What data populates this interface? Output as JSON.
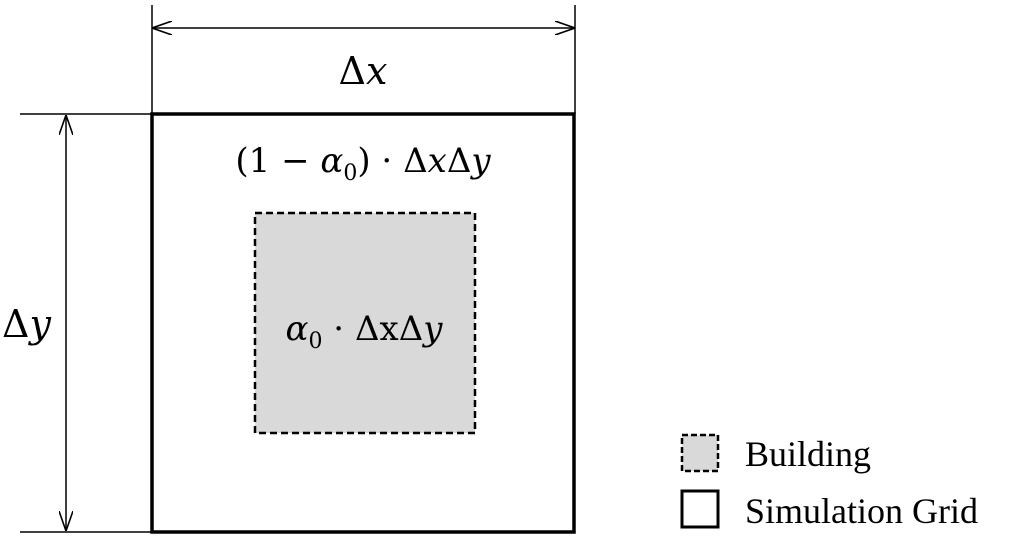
{
  "diagram": {
    "labels": {
      "dx": {
        "delta": "Δ",
        "var": "x"
      },
      "dy": {
        "delta": "Δ",
        "var": "y"
      },
      "outer_area": {
        "open": "(1 − ",
        "alpha": "α",
        "sub": "0",
        "close": ")",
        "dot": " · ",
        "delta1": "Δ",
        "var1": "x",
        "delta2": "Δ",
        "var2": "y"
      },
      "building_area": {
        "alpha": "α",
        "sub": "0",
        "dot": " · ",
        "delta1": "Δ",
        "var1": "x",
        "delta2": "Δ",
        "var2": "y"
      }
    },
    "legend": {
      "building": "Building",
      "grid": "Simulation Grid"
    },
    "colors": {
      "line": "#000000",
      "building_fill": "#d9d9d9",
      "background": "#ffffff"
    }
  }
}
